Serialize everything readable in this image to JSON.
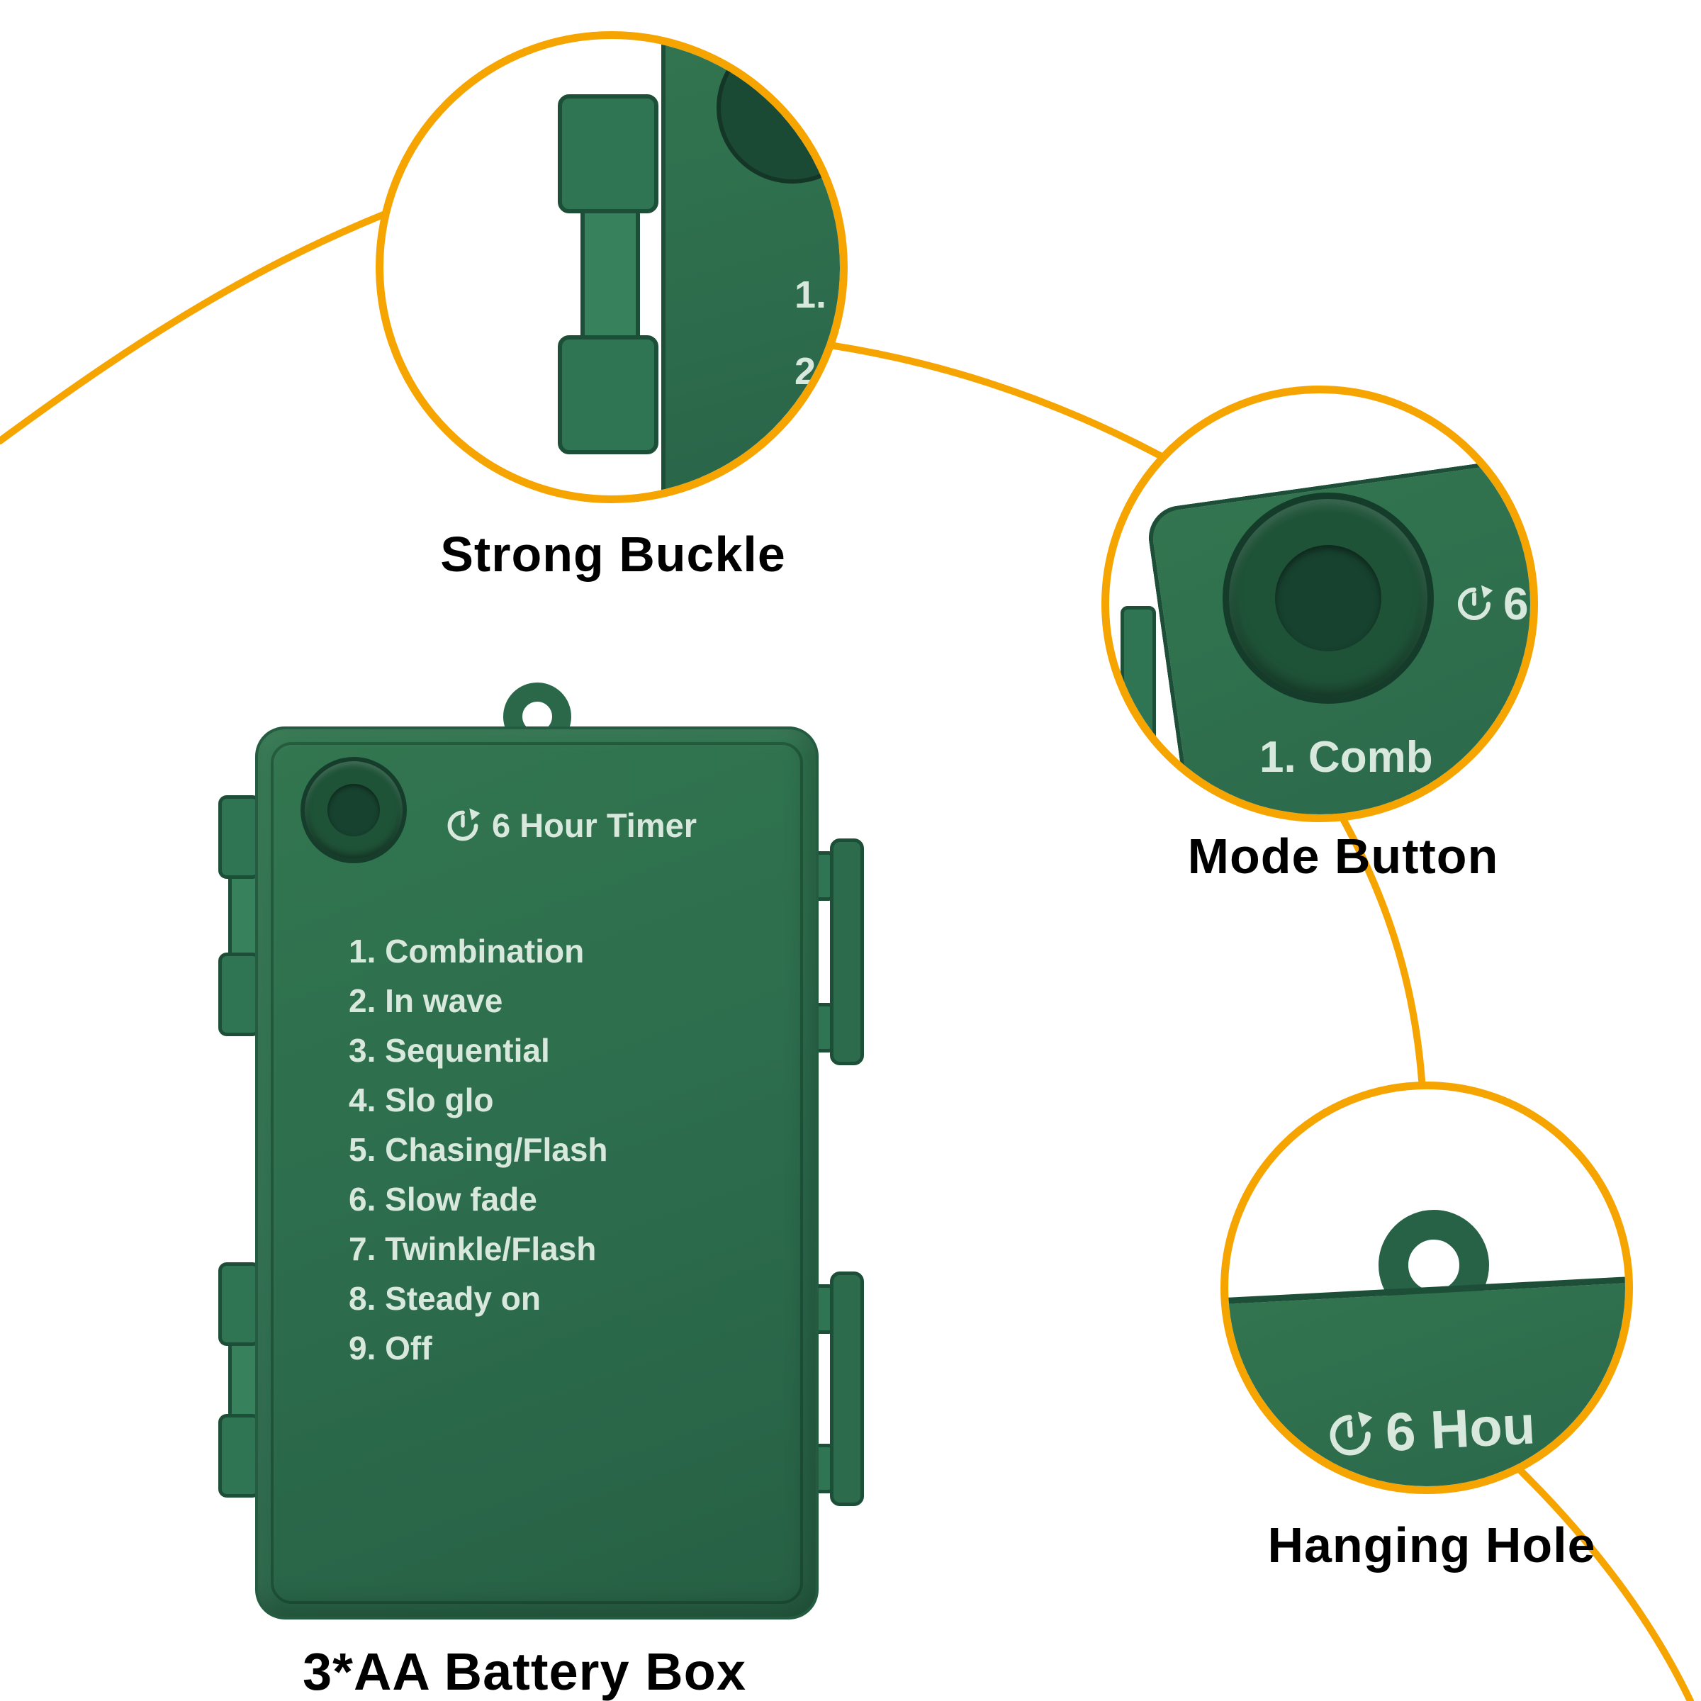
{
  "colors": {
    "accent": "#F6A500",
    "box_green": "#2D6E4E",
    "box_green_dark": "#1D4F38",
    "button_green": "#1F5338",
    "box_text": "#D9E8DD",
    "caption_text": "#000000",
    "background": "#FFFFFF"
  },
  "callouts": [
    {
      "id": "strong-buckle",
      "label": "Strong Buckle",
      "zoom_texts": [
        "1.",
        "2"
      ]
    },
    {
      "id": "mode-button",
      "label": "Mode Button",
      "zoom_texts": [
        "6",
        "1. Comb"
      ]
    },
    {
      "id": "hanging-hole",
      "label": "Hanging Hole",
      "zoom_texts": [
        "6 Hou"
      ]
    }
  ],
  "battery_box": {
    "caption": "3*AA Battery Box",
    "timer_label": "6 Hour Timer",
    "modes": [
      "1. Combination",
      "2. In wave",
      "3. Sequential",
      "4. Slo glo",
      "5. Chasing/Flash",
      "6. Slow fade",
      "7. Twinkle/Flash",
      "8. Steady on",
      "9. Off"
    ]
  }
}
